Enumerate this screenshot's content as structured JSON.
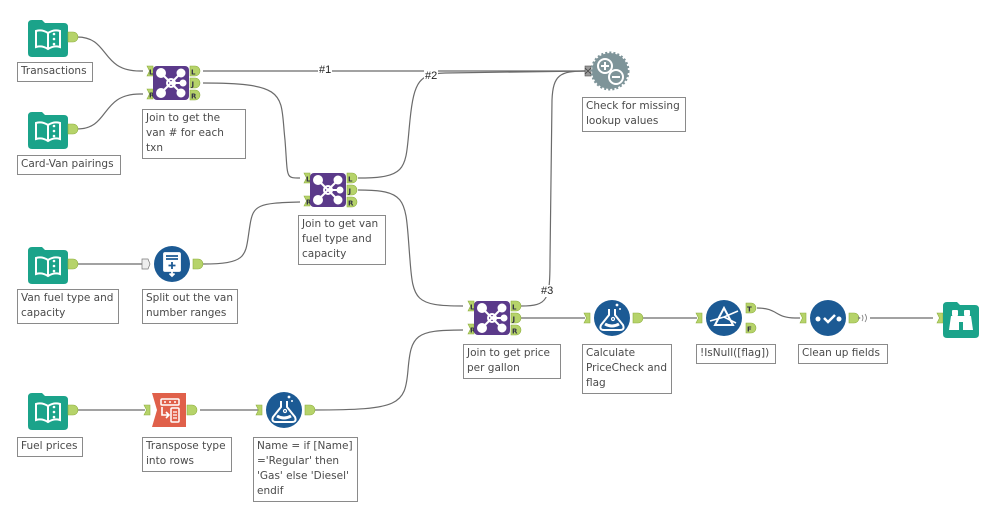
{
  "canvas": {
    "colors": {
      "input_teal": "#1ba38a",
      "join_purple": "#5b3a8a",
      "prep_blue": "#1c5a94",
      "transpose_red": "#e0604a",
      "message_gray": "#7e9499",
      "anchor_green": "#b6d36a",
      "wire": "#6b6b6b"
    },
    "tools": [
      {
        "id": "transactions",
        "type": "input-data",
        "icon": "book-icon",
        "label": "Transactions"
      },
      {
        "id": "card-van",
        "type": "input-data",
        "icon": "book-icon",
        "label": "Card-Van pairings"
      },
      {
        "id": "join1",
        "type": "join",
        "icon": "join-icon",
        "label": "Join to get the van # for each txn"
      },
      {
        "id": "van-fuel",
        "type": "input-data",
        "icon": "book-icon",
        "label": "Van fuel type and capacity"
      },
      {
        "id": "split",
        "type": "generate-rows",
        "icon": "generate-rows-icon",
        "label": "Split out the van number ranges"
      },
      {
        "id": "join2",
        "type": "join",
        "icon": "join-icon",
        "label": "Join to get van fuel type and capacity"
      },
      {
        "id": "check",
        "type": "message",
        "icon": "plus-minus-icon",
        "label": "Check for missing lookup values"
      },
      {
        "id": "fuel-prices",
        "type": "input-data",
        "icon": "book-icon",
        "label": "Fuel prices"
      },
      {
        "id": "transpose",
        "type": "transpose",
        "icon": "transpose-icon",
        "label": "Transpose type into rows"
      },
      {
        "id": "formula1",
        "type": "formula",
        "icon": "flask-icon",
        "label": "Name = if [Name] ='Regular' then 'Gas' else 'Diesel' endif"
      },
      {
        "id": "join3",
        "type": "join",
        "icon": "join-icon",
        "label": "Join to get price per gallon"
      },
      {
        "id": "formula2",
        "type": "formula",
        "icon": "flask-icon",
        "label": "Calculate PriceCheck and flag"
      },
      {
        "id": "filter",
        "type": "filter",
        "icon": "filter-icon",
        "label": "!IsNull([flag])"
      },
      {
        "id": "select",
        "type": "select",
        "icon": "checkmark-icon",
        "label": "Clean up fields"
      },
      {
        "id": "browse",
        "type": "browse",
        "icon": "binoculars-icon",
        "label": ""
      }
    ],
    "anchors": {
      "left": "L",
      "join": "J",
      "right": "R",
      "true": "T",
      "false": "F"
    },
    "wire_labels": [
      "#1",
      "#2",
      "#3"
    ]
  }
}
